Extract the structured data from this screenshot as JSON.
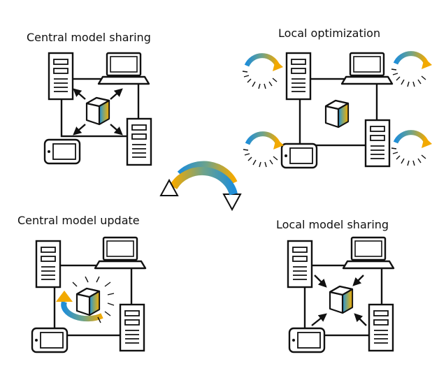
{
  "labels": {
    "central_model_sharing": "Central model sharing",
    "local_optimization": "Local optimization",
    "central_model_update": "Central model update",
    "local_model_sharing": "Local model sharing"
  },
  "colors": {
    "line": "#111111",
    "blue": "#1f8ed8",
    "orange": "#f2a900",
    "green": "#6fa389",
    "olive": "#b8ab3e"
  },
  "icons": [
    "server-icon",
    "laptop-icon",
    "tablet-icon",
    "model-cube-icon",
    "cycle-arrows-icon",
    "spinner-arrow-icon"
  ]
}
